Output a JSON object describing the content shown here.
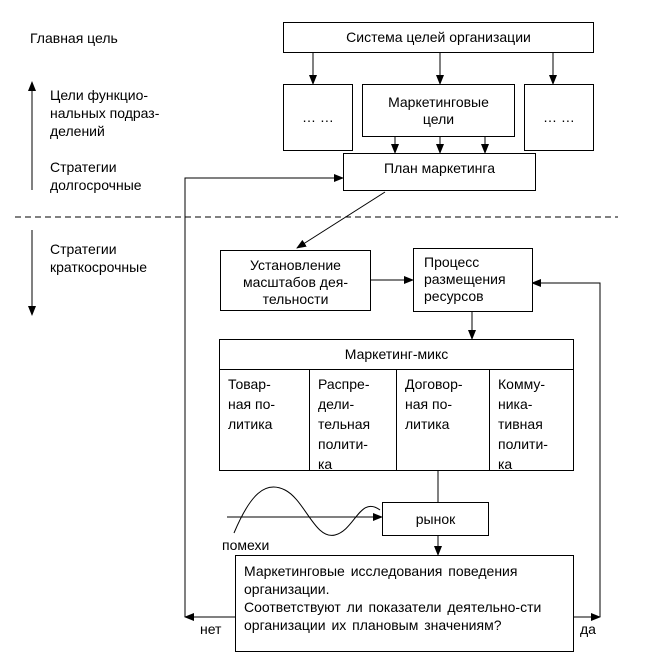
{
  "left_labels": {
    "main_goal": "Главная  цель",
    "functional_goals": "Цели функцио-\nнальных подраз-\nделений",
    "long_term": "Стратегии\nдолгосрочные",
    "short_term": "Стратегии\nкраткосрочные"
  },
  "boxes": {
    "system": "Система целей организации",
    "other_left": "… …",
    "marketing_goals": "Маркетинговые\nцели",
    "other_right": "… …",
    "plan": "План маркетинга",
    "scale": "Установление\nмасштабов дея-\nтельности",
    "resources": "Процесс\nразмещения\nресурсов",
    "market": "рынок",
    "research": "Маркетинговые исследования поведения организации.\nСоответствуют ли показатели деятельно-сти организации их плановым значениям?"
  },
  "mix": {
    "title": "Маркетинг-микс",
    "columns": [
      "Товар-\nная по-\nлитика",
      "Распре-\nдели-\nтельная\nполити-\nка",
      "Договор-\nная по-\nлитика",
      "Комму-\nника-\nтивная\nполити-\nка"
    ]
  },
  "flow_labels": {
    "noise": "помехи",
    "no": "нет",
    "yes": "да"
  }
}
